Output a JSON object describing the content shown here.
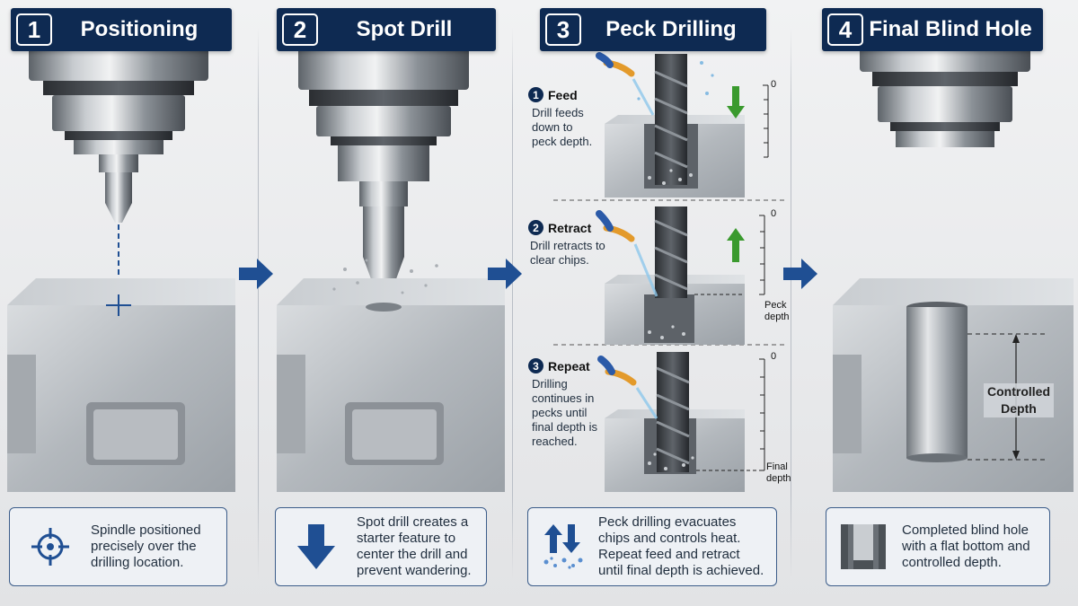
{
  "steps": [
    {
      "number": "1",
      "title": "Positioning",
      "info": "Spindle positioned precisely over the drilling location."
    },
    {
      "number": "2",
      "title": "Spot Drill",
      "info": "Spot drill creates a starter feature to center the drill and prevent wandering."
    },
    {
      "number": "3",
      "title": "Peck Drilling",
      "info": "Peck drilling evacuates chips and controls heat. Repeat feed and retract until final depth is achieved."
    },
    {
      "number": "4",
      "title": "Final Blind Hole",
      "info": "Completed blind hole with a flat bottom and controlled depth."
    }
  ],
  "peck_phases": [
    {
      "number": "1",
      "label": "Feed",
      "desc": "Drill feeds down to peck depth.",
      "scale_top": "0",
      "motion": "down"
    },
    {
      "number": "2",
      "label": "Retract",
      "desc": "Drill retracts to clear chips.",
      "scale_top": "0",
      "scale_mark": "Peck depth",
      "motion": "up"
    },
    {
      "number": "3",
      "label": "Repeat",
      "desc": "Drilling continues in pecks until final depth is reached.",
      "scale_top": "0",
      "scale_mark": "Final depth"
    }
  ],
  "final_label": "Controlled Depth",
  "icons": {
    "step1": "crosshair-target-icon",
    "step2": "down-arrow-icon",
    "step3": "up-down-arrows-chips-icon",
    "step4": "blind-hole-section-icon",
    "flow": "right-arrow-icon"
  },
  "colors": {
    "header": "#0e2a52",
    "accent_blue": "#1f4f93",
    "motion_arrow": "#3a9a2e",
    "coolant_hose_orange": "#e39a2b",
    "coolant_hose_blue": "#2b5aa8"
  }
}
